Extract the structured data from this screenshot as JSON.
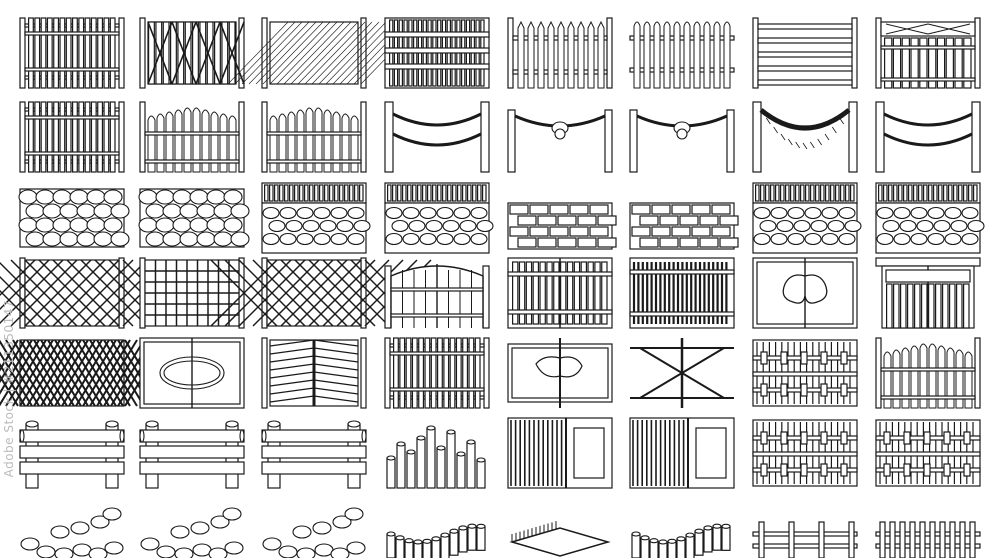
{
  "watermark": {
    "text": "Adobe Stock | #211350147",
    "color": "#bbbbbb"
  },
  "colors": {
    "ink": "#1a1a1a",
    "paper": "#ffffff"
  },
  "rows": [
    {
      "kind": "panel-fences",
      "icons": [
        "slat-fence-icon",
        "diagonal-bamboo-fence-icon",
        "lattice-panel-icon",
        "woven-reed-fence-icon",
        "picket-fence-icon",
        "picket-fence-tall-icon",
        "horizontal-rail-fence-icon",
        "cross-top-fence-icon"
      ]
    },
    {
      "kind": "arched-and-rope",
      "icons": [
        "slat-fence-icon",
        "arched-slat-fence-icon",
        "arched-slat-fence-icon",
        "rope-post-fence-icon",
        "rope-knot-fence-icon",
        "rope-knot-fence-icon",
        "twisted-rope-fence-icon",
        "rope-post-fence-icon"
      ]
    },
    {
      "kind": "stone-walls",
      "icons": [
        "round-stone-wall-icon",
        "round-stone-wall-icon",
        "stone-wall-with-fence-icon",
        "stone-wall-with-fence-icon",
        "flat-stone-wall-icon",
        "flat-stone-wall-icon",
        "stone-wall-with-fence-icon",
        "stone-wall-with-fence-icon"
      ]
    },
    {
      "kind": "gates",
      "icons": [
        "diamond-lattice-icon",
        "square-lattice-icon",
        "diamond-lattice-icon",
        "arched-double-gate-icon",
        "slat-double-gate-icon",
        "dark-slat-gate-icon",
        "cloud-window-gate-icon",
        "roofed-gate-icon"
      ]
    },
    {
      "kind": "decorative-gates",
      "icons": [
        "woven-lattice-icon",
        "oval-window-gate-icon",
        "chevron-weave-gate-icon",
        "slat-fence-icon",
        "cutout-gate-icon",
        "curved-x-gate-icon",
        "bound-slat-fence-icon",
        "arched-slat-fence-icon"
      ]
    },
    {
      "kind": "log-fences",
      "icons": [
        "log-rail-fence-icon",
        "log-rail-fence-icon",
        "log-rail-fence-icon",
        "log-pillar-fence-icon",
        "bamboo-screen-icon",
        "bamboo-screen-icon",
        "bound-slat-fence-icon",
        "bound-slat-fence-icon"
      ]
    },
    {
      "kind": "borders",
      "icons": [
        "stepping-stone-path-icon",
        "stepping-stone-path-icon",
        "stepping-stone-path-icon",
        "log-edging-icon",
        "wicker-edging-icon",
        "log-edging-icon",
        "low-rail-fence-icon",
        "low-picket-fence-icon"
      ]
    }
  ]
}
